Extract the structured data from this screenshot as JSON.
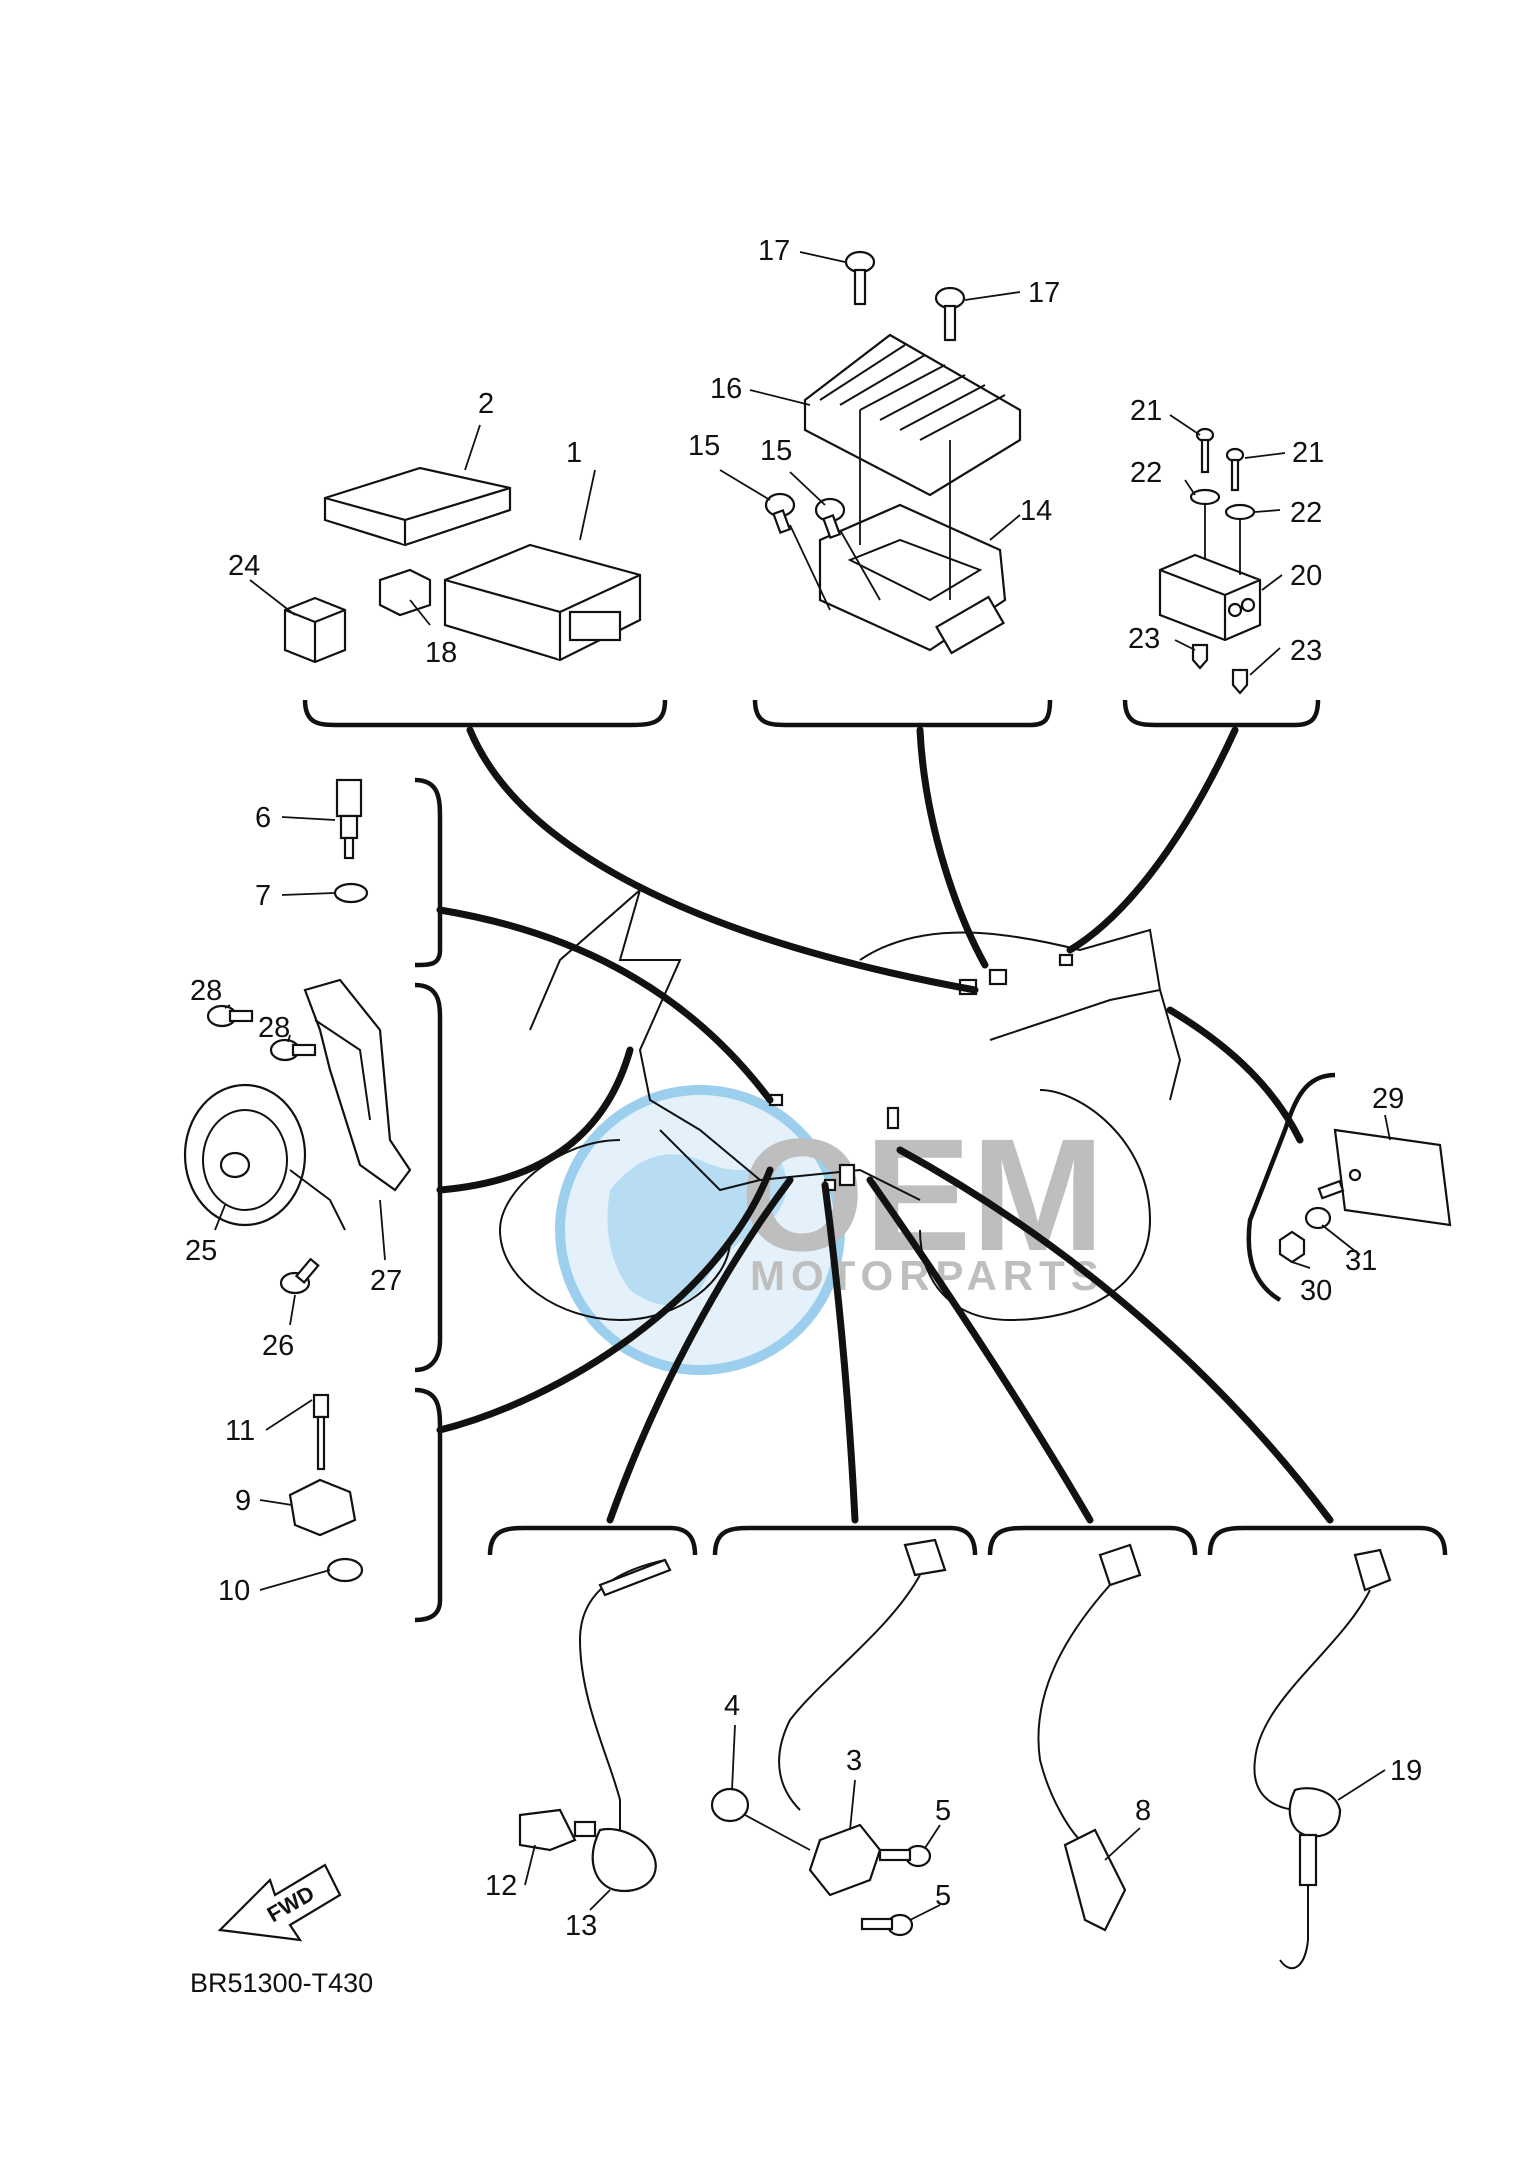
{
  "diagram_code": "BR51300-T430",
  "fwd_label": "FWD",
  "watermark": {
    "brand": "OEM",
    "sub": "MOTORPARTS"
  },
  "callouts": {
    "c1": "1",
    "c2": "2",
    "c3": "3",
    "c4": "4",
    "c5a": "5",
    "c5b": "5",
    "c6": "6",
    "c7": "7",
    "c8": "8",
    "c9": "9",
    "c10": "10",
    "c11": "11",
    "c12": "12",
    "c13": "13",
    "c14": "14",
    "c15a": "15",
    "c15b": "15",
    "c16": "16",
    "c17a": "17",
    "c17b": "17",
    "c18": "18",
    "c19": "19",
    "c20": "20",
    "c21a": "21",
    "c21b": "21",
    "c22a": "22",
    "c22b": "22",
    "c23a": "23",
    "c23b": "23",
    "c24": "24",
    "c25": "25",
    "c26": "26",
    "c27": "27",
    "c28a": "28",
    "c28b": "28",
    "c29": "29",
    "c30": "30",
    "c31": "31"
  },
  "colors": {
    "line": "#111111",
    "watermark_blue": "#4aa8e0",
    "watermark_gray": "#8a8a8a"
  }
}
